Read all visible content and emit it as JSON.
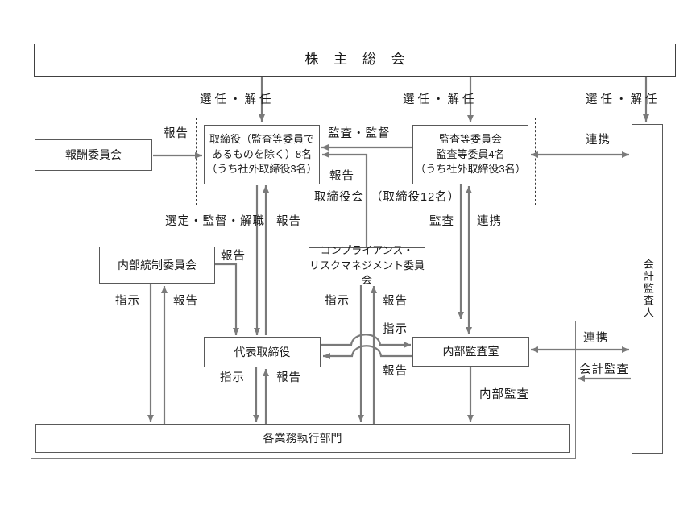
{
  "nodes": {
    "shareholders_meeting": "株 主 総 会",
    "compensation_committee": "報酬委員会",
    "directors_line1": "取締役（監査等委員で",
    "directors_line2": "あるものを除く）8名",
    "directors_line3": "（うち社外取締役3名）",
    "audit_committee_line1": "監査等委員会",
    "audit_committee_line2": "監査等委員4名",
    "audit_committee_line3": "（うち社外取締役3名）",
    "board_of_directors": "取締役会",
    "board_of_directors_count": "（取締役12名）",
    "accounting_auditor": "会計監査人",
    "internal_control_committee": "内部統制委員会",
    "compliance_line1": "コンプライアンス・",
    "compliance_line2": "リスクマネジメント委員会",
    "representative_director": "代表取締役",
    "internal_audit_office": "内部監査室",
    "execution_departments": "各業務執行部門"
  },
  "labels": {
    "appoint_dismiss": "選任・解任",
    "report": "報告",
    "instruct": "指示",
    "cooperate": "連携",
    "audit": "監査",
    "audit_supervise": "監査・監督",
    "select_supervise_dismiss": "選定・監督・解職",
    "accounting_audit": "会計監査",
    "internal_audit": "内部監査"
  },
  "colors": {
    "arrow": "#7a7a7a",
    "box_border": "#595959",
    "text": "#1a1a1a"
  }
}
